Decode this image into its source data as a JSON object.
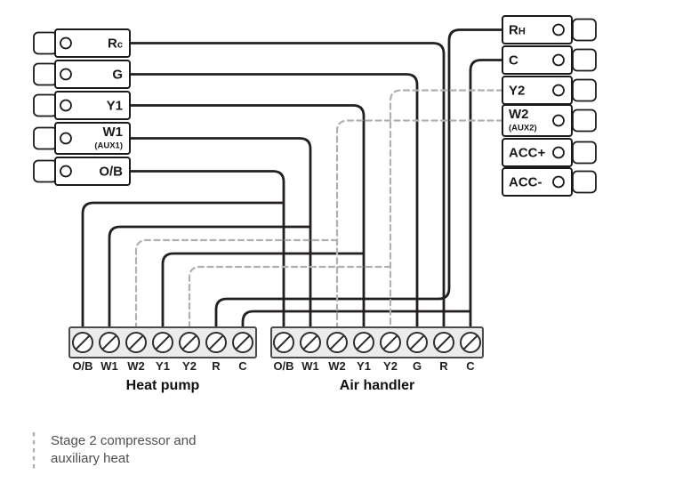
{
  "diagram": {
    "thermostat_left": {
      "terminals": [
        {
          "label": "R",
          "small": "c"
        },
        {
          "label": "G"
        },
        {
          "label": "Y1"
        },
        {
          "label": "W1",
          "sub": "(AUX1)"
        },
        {
          "label": "O/B"
        }
      ]
    },
    "thermostat_right": {
      "terminals": [
        {
          "label": "R",
          "small": "H"
        },
        {
          "label": "C"
        },
        {
          "label": "Y2"
        },
        {
          "label": "W2",
          "sub": "(AUX2)"
        },
        {
          "label": "ACC+"
        },
        {
          "label": "ACC-"
        }
      ]
    },
    "heat_pump": {
      "title": "Heat pump",
      "terminals": [
        "O/B",
        "W1",
        "W2",
        "Y1",
        "Y2",
        "R",
        "C"
      ]
    },
    "air_handler": {
      "title": "Air handler",
      "terminals": [
        "O/B",
        "W1",
        "W2",
        "Y1",
        "Y2",
        "G",
        "R",
        "C"
      ]
    },
    "legend": {
      "line1": "Stage 2 compressor and",
      "line2": "auxiliary heat"
    },
    "colors": {
      "wire_solid": "#231f20",
      "wire_dashed": "#b0b0b0",
      "strip_fill": "#ececec",
      "strip_border": "#4a4a4a"
    }
  }
}
